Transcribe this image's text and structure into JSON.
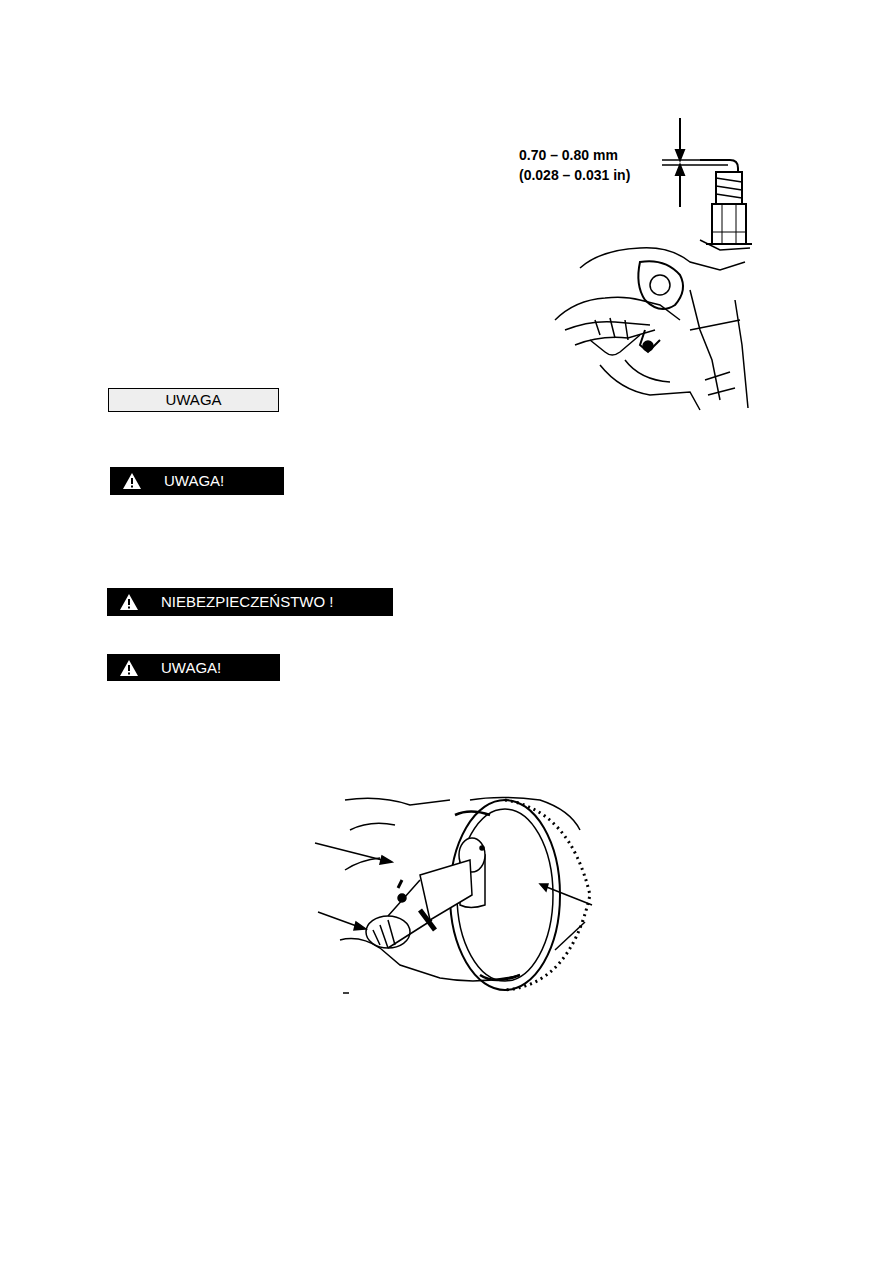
{
  "diagram": {
    "nodes": [
      {
        "text": [
          "UWAGA"
        ]
      },
      {
        "text": [
          "UWAGA!"
        ]
      },
      {
        "text": [
          "NIEBEZPIECZEŃSTWO !"
        ]
      },
      {
        "text": [
          "UWAGA!"
        ]
      }
    ],
    "labels": [
      "0.70 – 0.80 mm",
      "(0.028 – 0.031 in)"
    ]
  }
}
